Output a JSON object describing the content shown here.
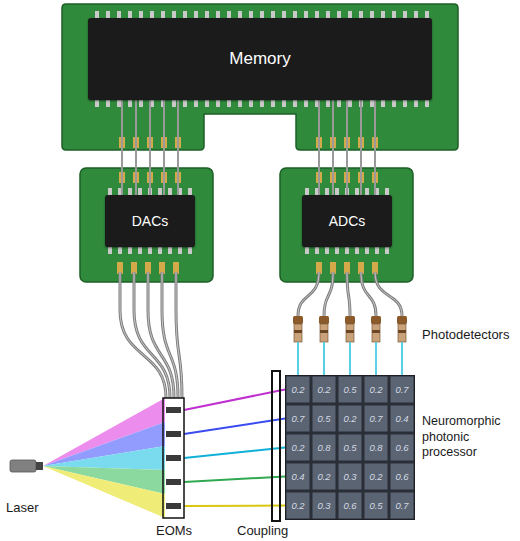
{
  "diagram": {
    "nodes": [
      {
        "text": [
          "Memory"
        ]
      },
      {
        "text": [
          "DACs"
        ]
      },
      {
        "text": [
          "ADCs"
        ]
      },
      {
        "text": [
          "Neuromorphic photonic processor"
        ]
      }
    ],
    "edges": [
      {
        "from": 0,
        "to": 1,
        "arrow": "none"
      },
      {
        "from": 0,
        "to": 2,
        "arrow": "none"
      }
    ],
    "labels": [
      "Photodetectors",
      "0.2",
      "0.2",
      "0.5",
      "0.2",
      "0.7",
      "0.7",
      "0.5",
      "0.2",
      "0.7",
      "0.4",
      "0.2",
      "0.8",
      "0.5",
      "0.8",
      "0.6",
      "0.4",
      "0.2",
      "0.3",
      "0.2",
      "0.6",
      "0.2",
      "0.3",
      "0.6",
      "0.5",
      "0.7",
      "Laser",
      "EOMs",
      "Coupling"
    ]
  }
}
